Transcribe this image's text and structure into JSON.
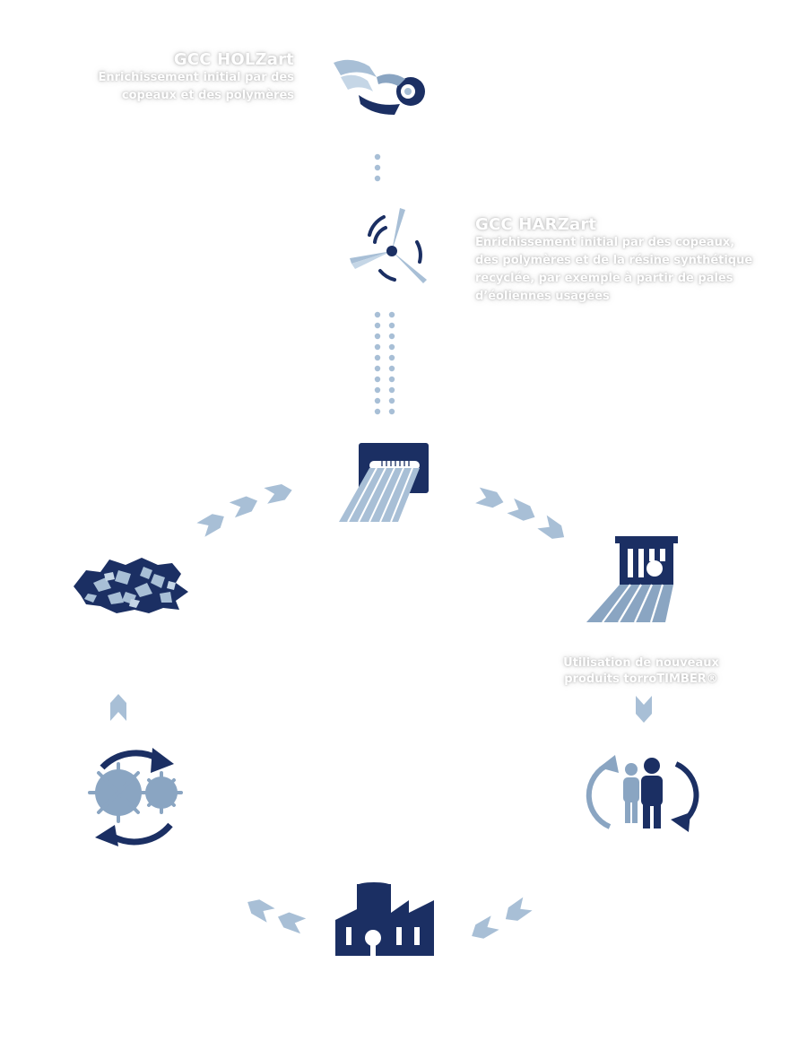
{
  "colors": {
    "navy": "#1b2f63",
    "light_blue": "#a8bfd6",
    "mid_blue": "#8aa5c2",
    "white": "#ffffff"
  },
  "holzart": {
    "title": "GCC HOLZart",
    "desc_line1": "Enrichissement initial par des",
    "desc_line2": "copeaux et des polymères"
  },
  "harzart": {
    "title": "GCC HARZart",
    "desc_line1": "Enrichissement initial par des copeaux,",
    "desc_line2": "des polymères et de la résine synthétique",
    "desc_line3": "recyclée, par exemple à partir de pales",
    "desc_line4": "d’éoliennes usagées"
  },
  "usage": {
    "line1": "Utilisation de nouveaux",
    "line2": "produits torroTIMBER®"
  },
  "icons": [
    "paper-roll-icon",
    "wind-turbine-icon",
    "extruder-icon",
    "production-plant-icon",
    "users-cycle-icon",
    "factory-icon",
    "recycling-grinder-icon",
    "wood-chips-icon"
  ]
}
